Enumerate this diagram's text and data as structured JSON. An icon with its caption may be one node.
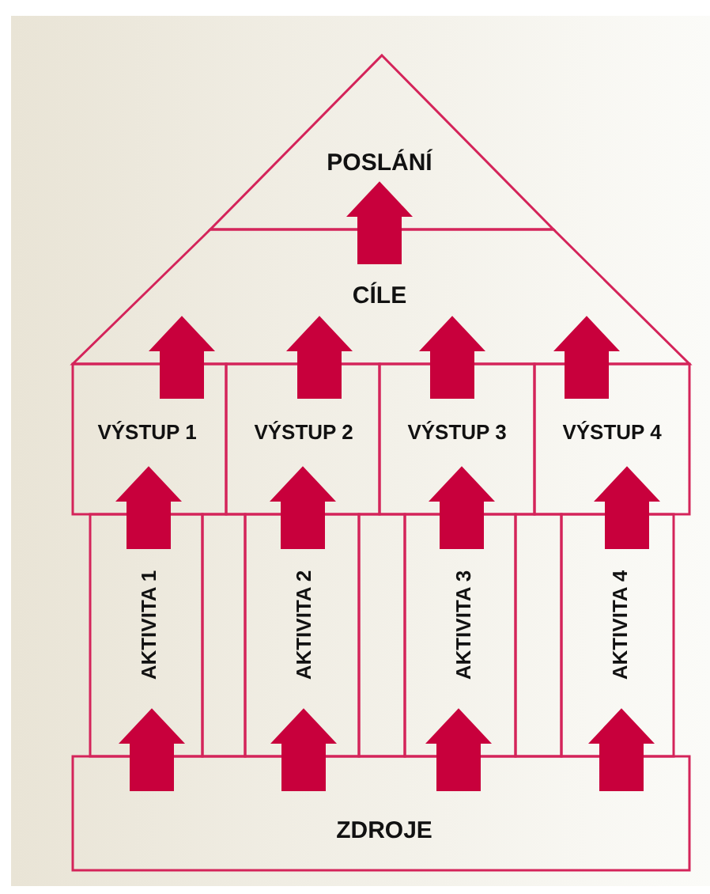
{
  "diagram": {
    "nodes": [
      {
        "text": [
          "POSLÁNÍ"
        ]
      },
      {
        "text": [
          "CÍLE"
        ]
      },
      {
        "text": [
          "VÝSTUP 1"
        ]
      },
      {
        "text": [
          "VÝSTUP 2"
        ]
      },
      {
        "text": [
          "VÝSTUP 3"
        ]
      },
      {
        "text": [
          "VÝSTUP 4"
        ]
      },
      {
        "text": [
          "AKTIVITA 1"
        ]
      },
      {
        "text": [
          "AKTIVITA 2"
        ]
      },
      {
        "text": [
          "AKTIVITA 3"
        ]
      },
      {
        "text": [
          "AKTIVITA 4"
        ]
      },
      {
        "text": [
          "ZDROJE"
        ]
      },
      {
        "text": [],
        "shape": "box"
      },
      {
        "text": [],
        "shape": "box"
      },
      {
        "text": [],
        "shape": "box"
      }
    ],
    "edges": [
      {
        "from": 1,
        "to": 0,
        "arrow": "to"
      },
      {
        "from": 2,
        "to": 1,
        "arrow": "to"
      },
      {
        "from": 3,
        "to": 1,
        "arrow": "to"
      },
      {
        "from": 4,
        "to": 1,
        "arrow": "to"
      },
      {
        "from": 5,
        "to": 1,
        "arrow": "to"
      },
      {
        "from": 6,
        "to": 2,
        "arrow": "to"
      },
      {
        "from": 7,
        "to": 3,
        "arrow": "to"
      },
      {
        "from": 8,
        "to": 4,
        "arrow": "to"
      },
      {
        "from": 9,
        "to": 5,
        "arrow": "to"
      },
      {
        "from": 10,
        "to": 6,
        "arrow": "to"
      },
      {
        "from": 10,
        "to": 7,
        "arrow": "to"
      },
      {
        "from": 10,
        "to": 8,
        "arrow": "to"
      },
      {
        "from": 10,
        "to": 9,
        "arrow": "to"
      }
    ]
  }
}
